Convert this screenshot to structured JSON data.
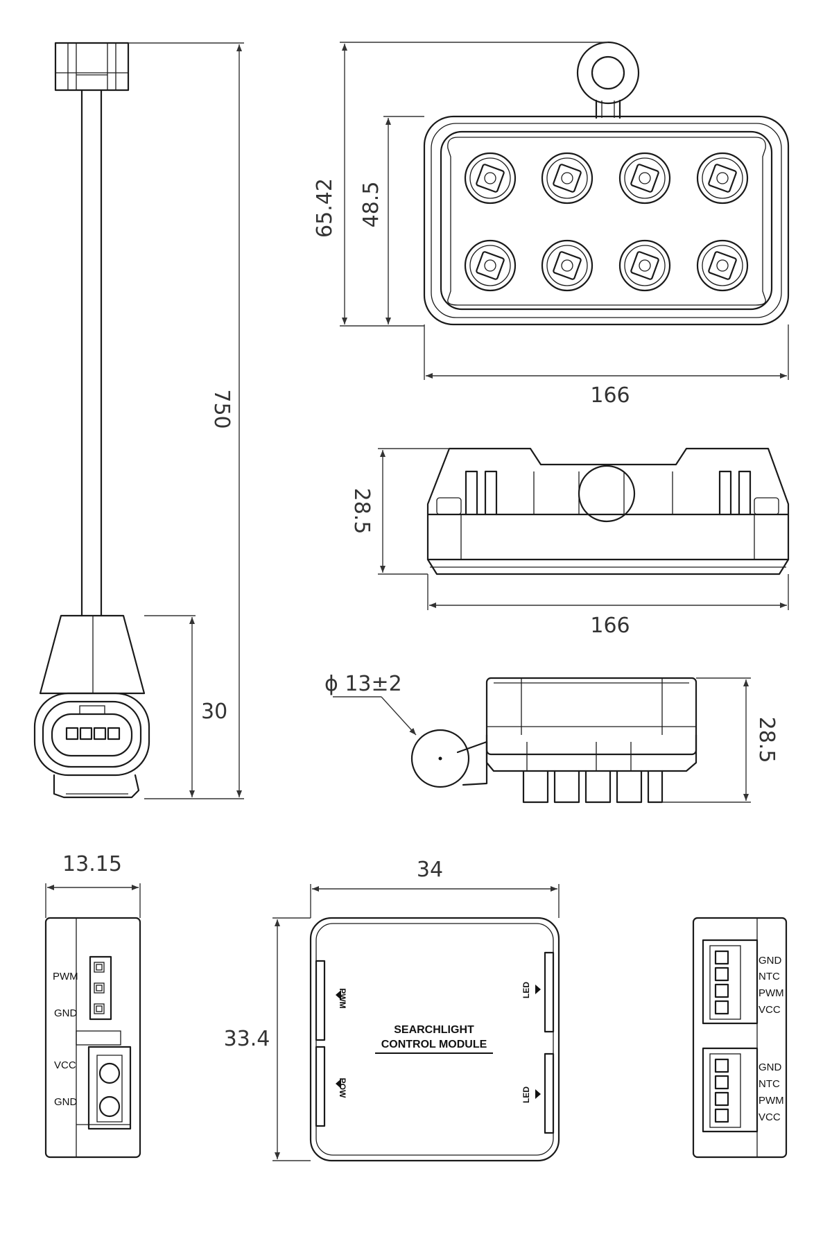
{
  "dimensions": {
    "cable_length": "750",
    "connector_height": "30",
    "overall_height": "65.42",
    "housing_height": "48.5",
    "front_width": "166",
    "side_depth": "28.5",
    "side_width": "166",
    "cable_diameter": "ϕ 13±2",
    "end_depth": "28.5",
    "module_side_width": "13.15",
    "module_width": "34",
    "module_height": "33.4"
  },
  "module": {
    "title_line1": "SEARCHLIGHT",
    "title_line2": "CONTROL MODULE",
    "port_pwm": "PWM",
    "port_pow": "POW",
    "port_led_top": "LED",
    "port_led_bottom": "LED"
  },
  "left_side_pins": {
    "pwm": "PWM",
    "gnd_top": "GND",
    "vcc": "VCC",
    "gnd_bottom": "GND"
  },
  "right_side_pins": {
    "upper": [
      "GND",
      "NTC",
      "PWM",
      "VCC"
    ],
    "lower": [
      "GND",
      "NTC",
      "PWM",
      "VCC"
    ]
  }
}
